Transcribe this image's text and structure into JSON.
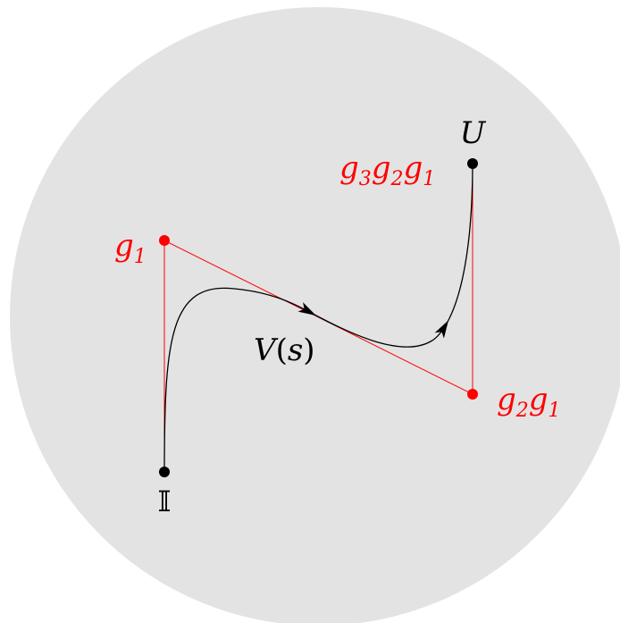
{
  "labels": {
    "identity": "𝕀",
    "target": "U",
    "g1": {
      "base": "g",
      "sub": "1"
    },
    "g2g1": [
      {
        "base": "g",
        "sub": "2"
      },
      {
        "base": "g",
        "sub": "1"
      }
    ],
    "g3g2g1": [
      {
        "base": "g",
        "sub": "3"
      },
      {
        "base": "g",
        "sub": "2"
      },
      {
        "base": "g",
        "sub": "1"
      }
    ],
    "path": {
      "fn": "V",
      "open": "(",
      "arg": "s",
      "close": ")"
    }
  },
  "colors": {
    "background_disc": "#e3e3e3",
    "gate_path": "#ff0000",
    "smooth_path": "#000000",
    "identity_point": "#000000",
    "target_point": "#000000"
  }
}
